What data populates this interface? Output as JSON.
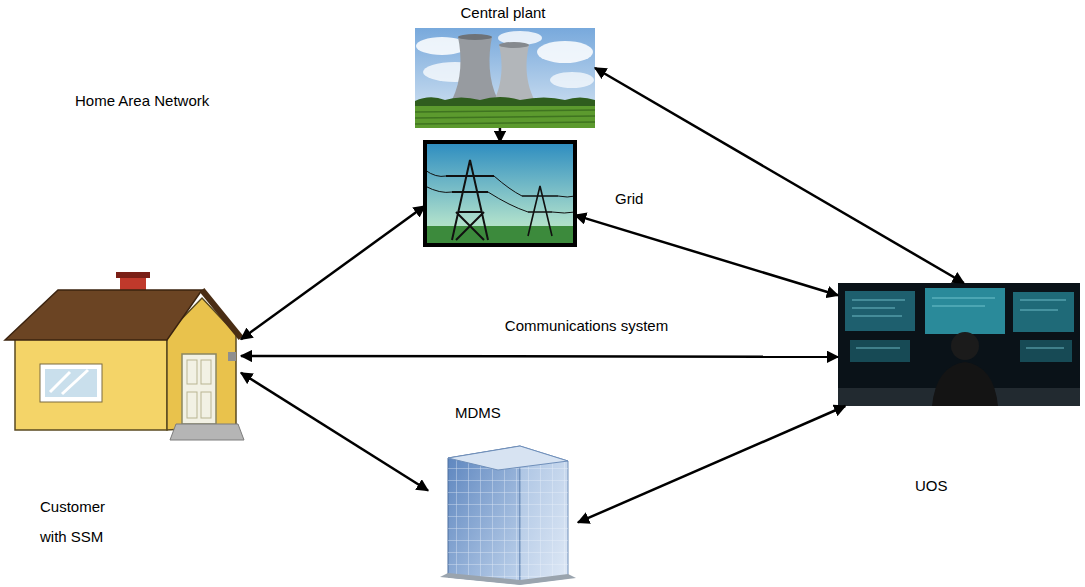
{
  "diagram": {
    "nodes": [
      {
        "text": [
          "Central plant"
        ]
      },
      {
        "text": [
          "Grid"
        ]
      },
      {
        "text": [
          "Customer with SSM"
        ]
      },
      {
        "text": [
          "UOS"
        ]
      },
      {
        "text": [
          "MDMS"
        ]
      }
    ],
    "edges": [
      {
        "from": 0,
        "to": 1,
        "arrow": "to"
      },
      {
        "from": 2,
        "to": 1,
        "arrow": "both"
      },
      {
        "from": 1,
        "to": 3,
        "arrow": "both"
      },
      {
        "from": 0,
        "to": 3,
        "arrow": "both"
      },
      {
        "from": 2,
        "to": 3,
        "arrow": "both",
        "label": "Communications system"
      },
      {
        "from": 2,
        "to": 4,
        "arrow": "both"
      },
      {
        "from": 4,
        "to": 3,
        "arrow": "both"
      }
    ],
    "labels": [
      "Home Area Network"
    ]
  }
}
